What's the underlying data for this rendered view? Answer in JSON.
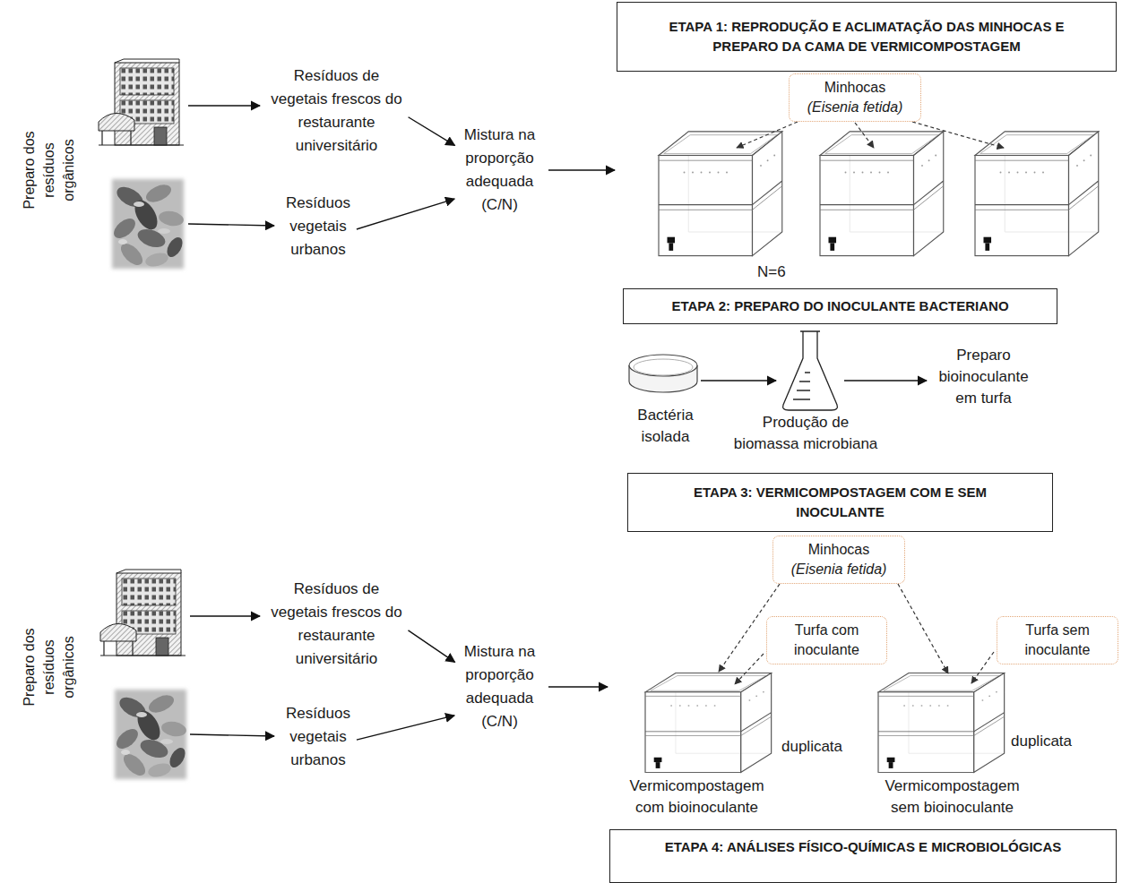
{
  "diagram": {
    "nodes": [
      {
        "text": [
          "Resíduos de vegetais frescos do restaurante universitário"
        ]
      },
      {
        "text": [
          "Resíduos vegetais urbanos"
        ]
      },
      {
        "text": [
          "Mistura na proporção adequada (C/N)"
        ]
      },
      {
        "text": [
          "ETAPA 1: REPRODUÇÃO E ACLIMATAÇÃO DAS MINHOCAS E PREPARO DA CAMA DE VERMICOMPOSTAGEM"
        ]
      },
      {
        "text": [
          "Minhocas",
          "(Eisenia fetida)"
        ]
      },
      {
        "text": [
          "ETAPA 2: PREPARO DO INOCULANTE BACTERIANO"
        ]
      },
      {
        "text": [
          "ETAPA 3: VERMICOMPOSTAGEM COM E SEM INOCULANTE"
        ]
      },
      {
        "text": [
          "Resíduos de vegetais frescos do restaurante universitário"
        ]
      },
      {
        "text": [
          "Resíduos vegetais urbanos"
        ]
      },
      {
        "text": [
          "Mistura na proporção adequada (C/N)"
        ]
      },
      {
        "text": [
          "Minhocas",
          "(Eisenia fetida)"
        ]
      },
      {
        "text": [
          "Turfa com inoculante"
        ]
      },
      {
        "text": [
          "Turfa sem inoculante"
        ]
      },
      {
        "text": [
          "ETAPA 4: ANÁLISES FÍSICO-QUÍMICAS E MICROBIOLÓGICAS"
        ]
      }
    ],
    "edges": [
      {
        "from": 0,
        "to": 2,
        "arrow": "to"
      },
      {
        "from": 1,
        "to": 2,
        "arrow": "to"
      },
      {
        "from": 7,
        "to": 9,
        "arrow": "to"
      },
      {
        "from": 8,
        "to": 9,
        "arrow": "to"
      }
    ],
    "labels": [
      "Preparo dos resíduos orgânicos",
      "N=6",
      "Bactéria isolada",
      "Produção de biomassa microbiana",
      "Preparo bioinoculante em turfa",
      "Preparo dos resíduos orgânicos",
      "duplicata",
      "Vermicompostagem com bioinoculante",
      "duplicata",
      "Vermicompostagem sem bioinoculante"
    ]
  }
}
